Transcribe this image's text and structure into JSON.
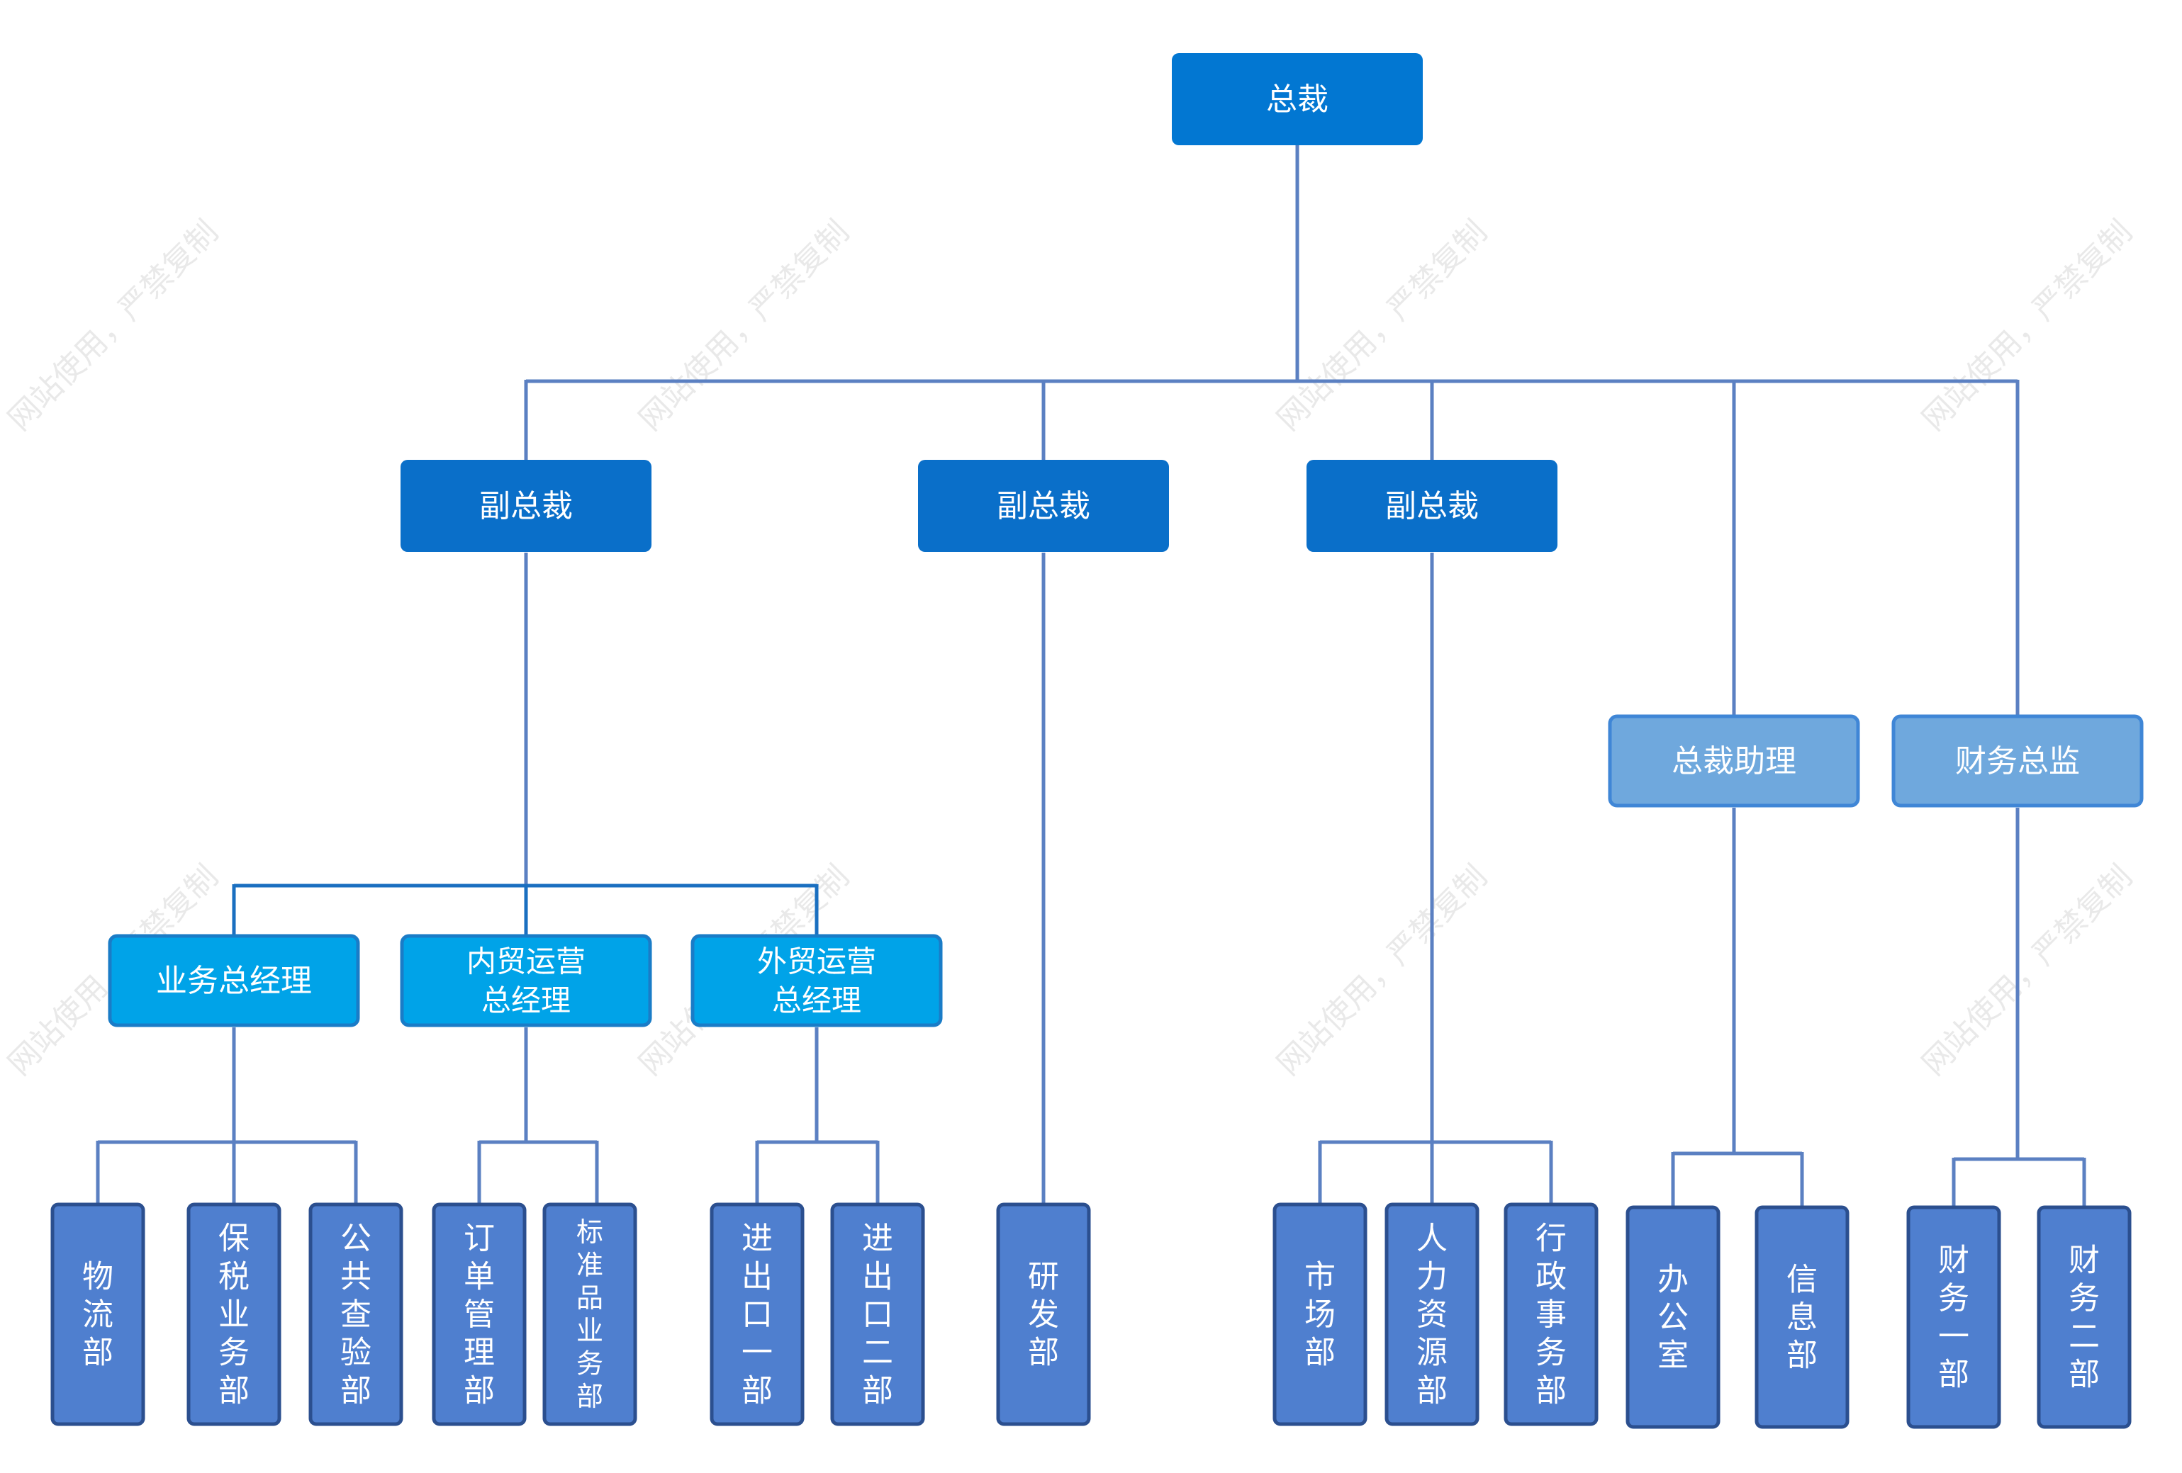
{
  "colors": {
    "level1": "#0277d2",
    "level2": "#0a6fc9",
    "vp_child": "#00a3e8",
    "assistant": "#6fa8dd",
    "dept": "#4f7fcf",
    "connector": "#5b80c2",
    "connector_dark": "#1a6fc0",
    "border": "#2b4f8f"
  },
  "nodes": {
    "president": "总裁",
    "vp_1": "副总裁",
    "vp_2": "副总裁",
    "vp_3": "副总裁",
    "assistant": "总裁助理",
    "cfo": "财务总监",
    "gm_business": "业务总经理",
    "gm_domestic": "内贸运营\n总经理",
    "gm_foreign": "外贸运营\n总经理",
    "logistics": "物流部",
    "bonded": "保税业务部",
    "inspection": "公共查验部",
    "order_mgmt": "订单管理部",
    "standard": "标准品业务部",
    "ie_1": "进出口一部",
    "ie_2": "进出口二部",
    "rnd": "研发部",
    "market": "市场部",
    "hr": "人力资源部",
    "admin": "行政事务部",
    "office": "办公室",
    "info": "信息部",
    "fin_1": "财务一部",
    "fin_2": "财务二部"
  },
  "watermark": "网站使用，严禁复制"
}
